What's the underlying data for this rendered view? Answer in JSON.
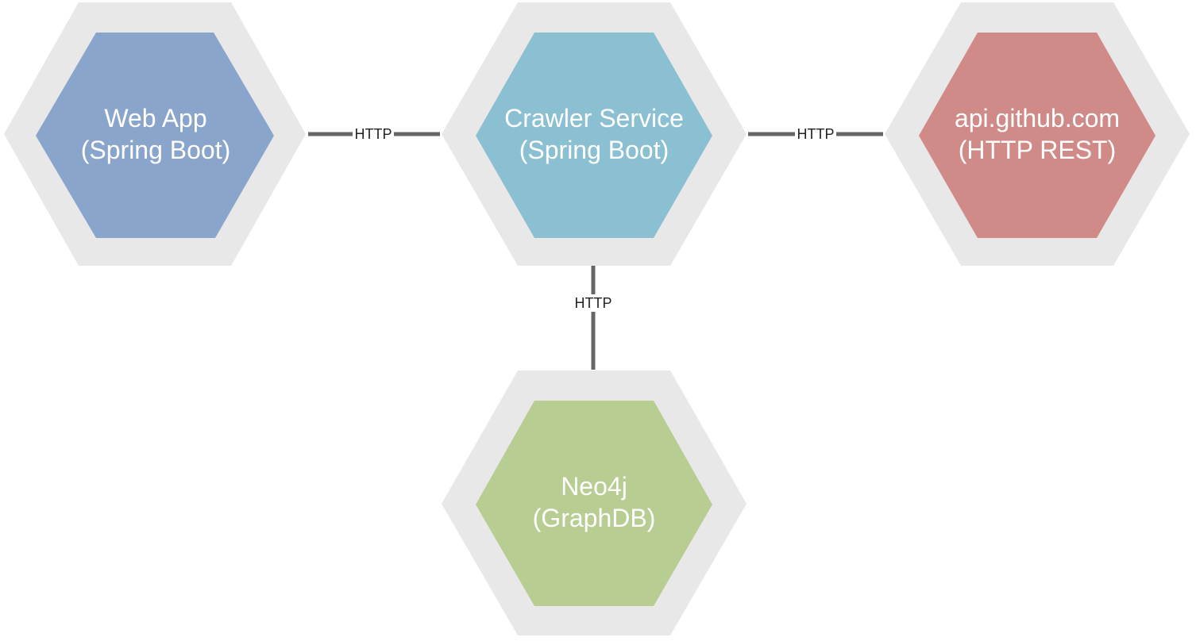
{
  "nodes": [
    {
      "id": "web-app",
      "line1": "Web App",
      "line2": "(Spring Boot)",
      "color": "#8aa5cc"
    },
    {
      "id": "crawler-service",
      "line1": "Crawler Service",
      "line2": "(Spring Boot)",
      "color": "#8bbfd2"
    },
    {
      "id": "github-api",
      "line1": "api.github.com",
      "line2": "(HTTP REST)",
      "color": "#d08a88"
    },
    {
      "id": "neo4j",
      "line1": "Neo4j",
      "line2": "(GraphDB)",
      "color": "#b7cd91"
    }
  ],
  "edges": [
    {
      "from": "web-app",
      "to": "crawler-service",
      "label": "HTTP"
    },
    {
      "from": "crawler-service",
      "to": "github-api",
      "label": "HTTP"
    },
    {
      "from": "crawler-service",
      "to": "neo4j",
      "label": "HTTP"
    }
  ],
  "colors": {
    "halo": "#e8e8e8",
    "edge": "#666666",
    "label_text": "#222222",
    "node_text": "#ffffff"
  }
}
